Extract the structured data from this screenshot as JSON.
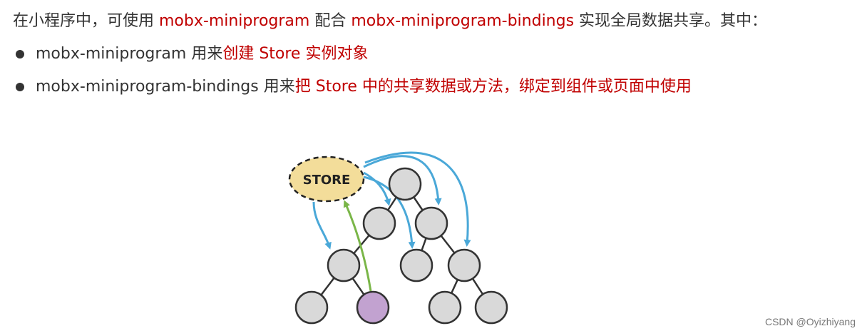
{
  "intro": {
    "prefix": "在小程序中，可使用 ",
    "lib1": "mobx-miniprogram",
    "mid": " 配合 ",
    "lib2": "mobx-miniprogram-bindings",
    "suffix": " 实现全局数据共享。其中："
  },
  "bullets": [
    {
      "text_plain": "mobx-miniprogram 用来",
      "text_red": "创建 Store 实例对象"
    },
    {
      "text_plain": "mobx-miniprogram-bindings 用来",
      "text_red": "把 Store 中的共享数据或方法，绑定到组件或页面中使用"
    }
  ],
  "diagram": {
    "store_label": "STORE",
    "colors": {
      "store_fill": "#f3dd9a",
      "node_fill": "#d9d9d9",
      "node_stroke": "#333333",
      "highlight_node_fill": "#c2a2d0",
      "blue_arrow": "#4aa8d8",
      "green_arrow": "#7ab648"
    }
  },
  "watermark": "CSDN @Oyizhiyang"
}
